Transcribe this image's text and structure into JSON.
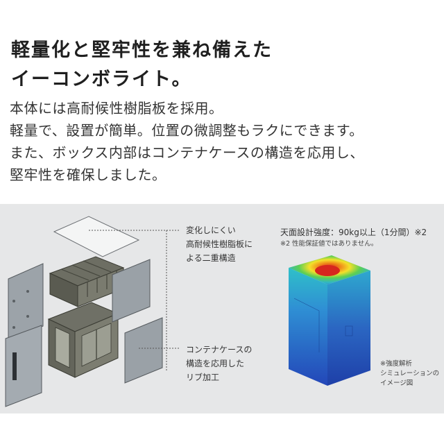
{
  "headline": {
    "line1": "軽量化と堅牢性を兼ね備えた",
    "line2": "イーコンボライト。"
  },
  "description": {
    "line1": "本体には高耐候性樹脂板を採用。",
    "line2": "軽量で、設置が簡単。位置の微調整もラクにできます。",
    "line3": "また、ボックス内部はコンテナケースの構造を応用し、",
    "line4": "堅牢性を確保しました。"
  },
  "callouts": {
    "panel_label": [
      "変化しにくい",
      "高耐候性樹脂板に",
      "よる二重構造"
    ],
    "rib_label": [
      "コンテナケースの",
      "構造を応用した",
      "リブ加工"
    ]
  },
  "simulation": {
    "strength": "天面設計強度：90kg以上（1分間）※2",
    "note": "※2 性能保証値ではありません。",
    "caption": [
      "※強度解析",
      "シミュレーションの",
      "イメージ図"
    ]
  },
  "colors": {
    "panel_bg": "#e6e7e8",
    "hot": "#d7261e",
    "cold": "#1c4fb3"
  }
}
